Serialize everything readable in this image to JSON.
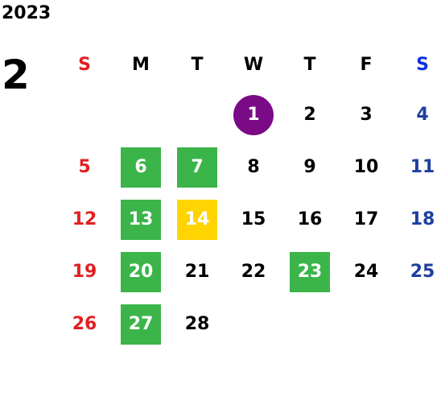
{
  "calendar": {
    "year": "2023",
    "month": "2",
    "weekday_headers": [
      "S",
      "M",
      "T",
      "W",
      "T",
      "F",
      "S"
    ],
    "weeks": [
      [
        {
          "d": ""
        },
        {
          "d": ""
        },
        {
          "d": ""
        },
        {
          "d": "1",
          "mark": "circle"
        },
        {
          "d": "2"
        },
        {
          "d": "3"
        },
        {
          "d": "4"
        }
      ],
      [
        {
          "d": "5"
        },
        {
          "d": "6",
          "mark": "green"
        },
        {
          "d": "7",
          "mark": "green"
        },
        {
          "d": "8"
        },
        {
          "d": "9"
        },
        {
          "d": "10"
        },
        {
          "d": "11"
        }
      ],
      [
        {
          "d": "12"
        },
        {
          "d": "13",
          "mark": "green"
        },
        {
          "d": "14",
          "mark": "yellow"
        },
        {
          "d": "15"
        },
        {
          "d": "16"
        },
        {
          "d": "17"
        },
        {
          "d": "18"
        }
      ],
      [
        {
          "d": "19"
        },
        {
          "d": "20",
          "mark": "green"
        },
        {
          "d": "21"
        },
        {
          "d": "22"
        },
        {
          "d": "23",
          "mark": "green"
        },
        {
          "d": "24"
        },
        {
          "d": "25"
        }
      ],
      [
        {
          "d": "26"
        },
        {
          "d": "27",
          "mark": "green"
        },
        {
          "d": "28"
        },
        {
          "d": ""
        },
        {
          "d": ""
        },
        {
          "d": ""
        },
        {
          "d": ""
        }
      ]
    ]
  },
  "colors": {
    "sunday": "#e02020",
    "saturday": "#1e3fa0",
    "highlight_green": "#3bb54a",
    "highlight_yellow": "#ffd400",
    "highlight_purple": "#7a0a86"
  }
}
